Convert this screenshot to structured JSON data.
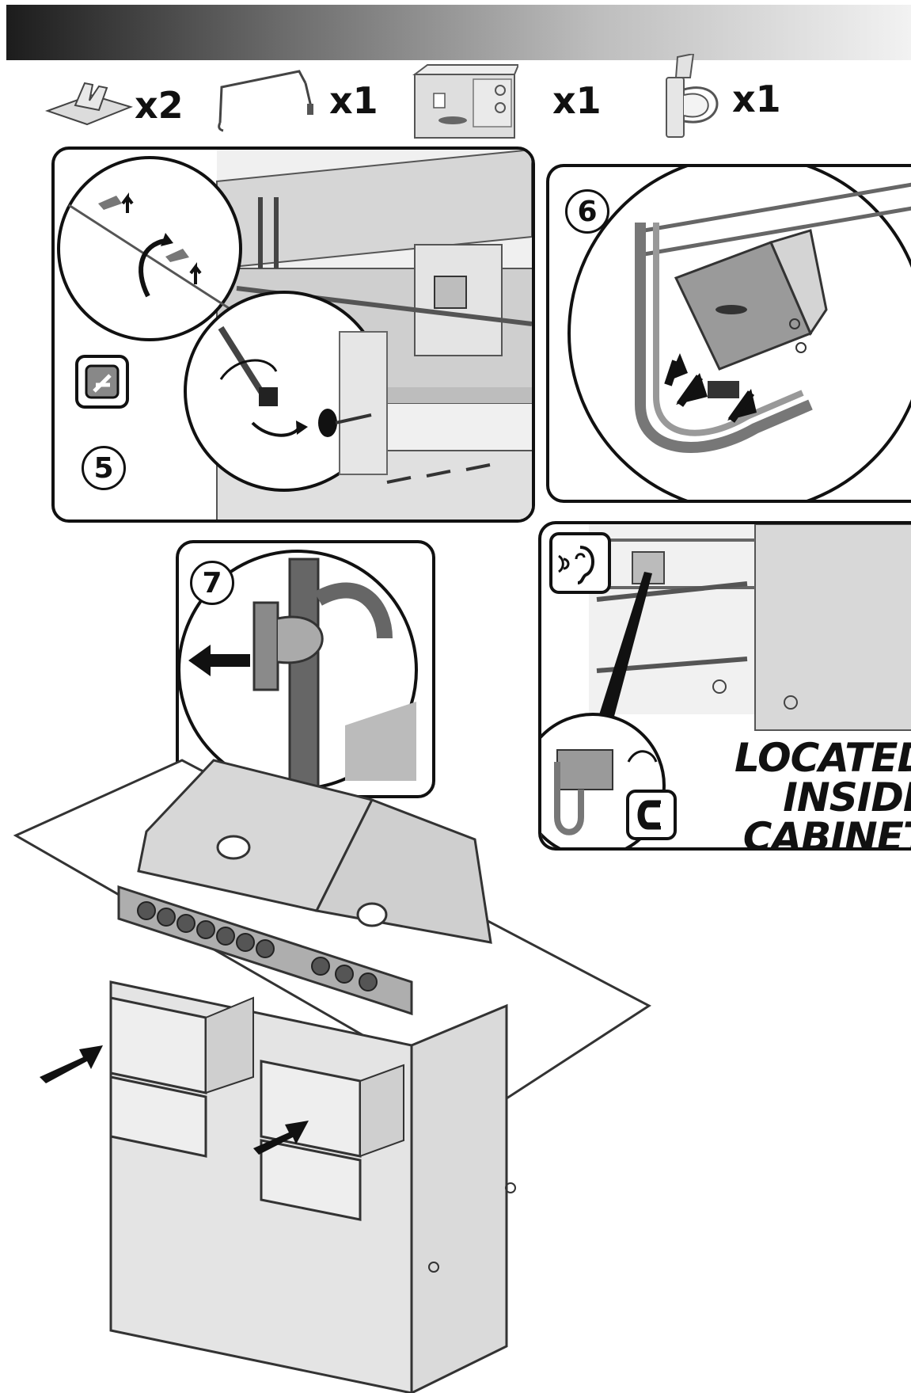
{
  "parts": [
    {
      "name": "clip-bracket",
      "qty": "x2"
    },
    {
      "name": "ignition-wire",
      "qty": "x1"
    },
    {
      "name": "control-module",
      "qty": "x1"
    },
    {
      "name": "hose-clip",
      "qty": "x1"
    }
  ],
  "steps": {
    "step5": "5",
    "step6": "6",
    "step7": "7"
  },
  "locate": {
    "line1": "LOCATED",
    "line2": "INSIDE",
    "line3": "CABINET"
  },
  "colors": {
    "line": "#111111",
    "metal": "#d9d9d9",
    "metal_dark": "#8e8e8e",
    "panel_gray": "#c7c7c7"
  },
  "icons": [
    "tool-icon",
    "ear-icon",
    "magnet-icon",
    "arrow-icon"
  ]
}
